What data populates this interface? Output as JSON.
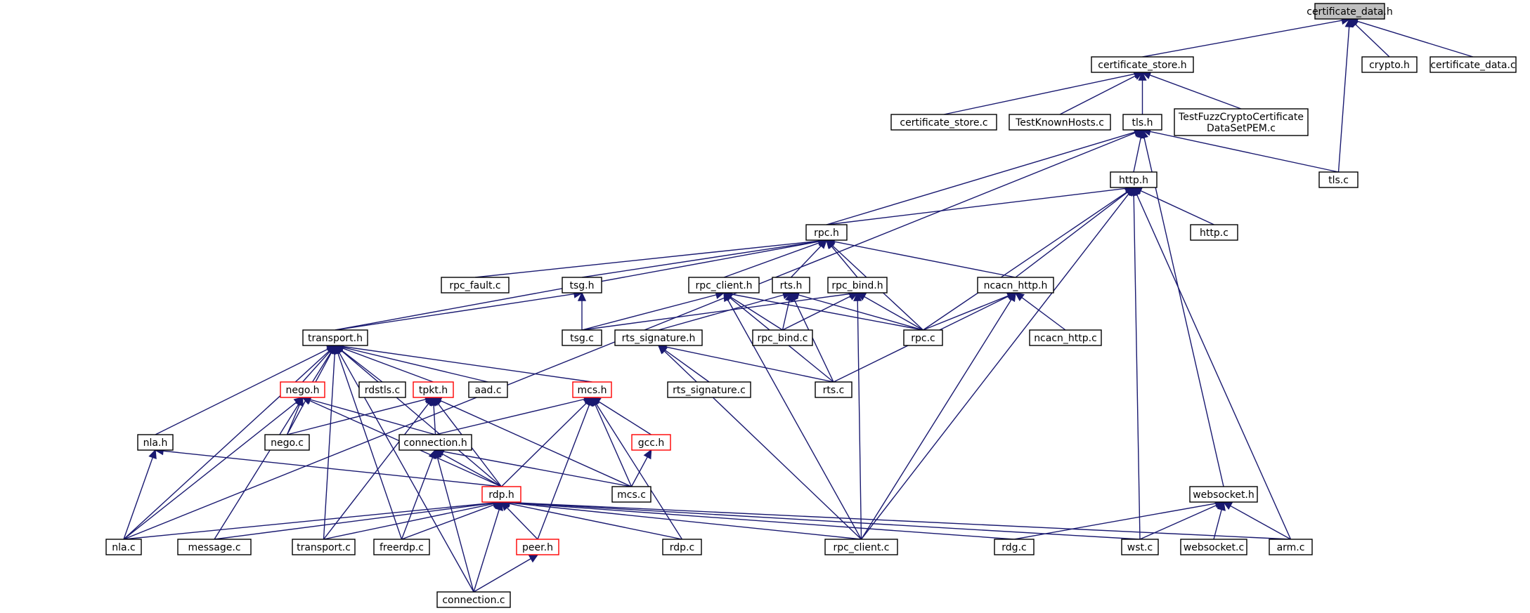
{
  "graph": {
    "edge_color": "#191970",
    "highlight_border_color": "#ff0000",
    "root_fill_color": "#bfbfbf",
    "nodes": [
      {
        "id": "certificate_data_h",
        "label": [
          "certificate_data.h"
        ],
        "root": true
      },
      {
        "id": "certificate_store_h",
        "label": [
          "certificate_store.h"
        ]
      },
      {
        "id": "crypto_h",
        "label": [
          "crypto.h"
        ]
      },
      {
        "id": "certificate_data_c",
        "label": [
          "certificate_data.c"
        ]
      },
      {
        "id": "certificate_store_c",
        "label": [
          "certificate_store.c"
        ]
      },
      {
        "id": "testknownhosts_c",
        "label": [
          "TestKnownHosts.c"
        ]
      },
      {
        "id": "tls_h",
        "label": [
          "tls.h"
        ]
      },
      {
        "id": "testfuzz_c",
        "label": [
          "TestFuzzCryptoCertificate",
          "DataSetPEM.c"
        ]
      },
      {
        "id": "tls_c",
        "label": [
          "tls.c"
        ]
      },
      {
        "id": "http_h",
        "label": [
          "http.h"
        ]
      },
      {
        "id": "http_c",
        "label": [
          "http.c"
        ]
      },
      {
        "id": "rpc_h",
        "label": [
          "rpc.h"
        ]
      },
      {
        "id": "rpc_fault_c",
        "label": [
          "rpc_fault.c"
        ]
      },
      {
        "id": "tsg_h",
        "label": [
          "tsg.h"
        ]
      },
      {
        "id": "rpc_client_h",
        "label": [
          "rpc_client.h"
        ]
      },
      {
        "id": "rts_h",
        "label": [
          "rts.h"
        ]
      },
      {
        "id": "rpc_bind_h",
        "label": [
          "rpc_bind.h"
        ]
      },
      {
        "id": "ncacn_http_h",
        "label": [
          "ncacn_http.h"
        ]
      },
      {
        "id": "transport_h",
        "label": [
          "transport.h"
        ]
      },
      {
        "id": "tsg_c",
        "label": [
          "tsg.c"
        ]
      },
      {
        "id": "rts_signature_h",
        "label": [
          "rts_signature.h"
        ]
      },
      {
        "id": "rpc_bind_c",
        "label": [
          "rpc_bind.c"
        ]
      },
      {
        "id": "rpc_c",
        "label": [
          "rpc.c"
        ]
      },
      {
        "id": "ncacn_http_c",
        "label": [
          "ncacn_http.c"
        ]
      },
      {
        "id": "nego_h",
        "label": [
          "nego.h"
        ],
        "red": true
      },
      {
        "id": "rdstls_c",
        "label": [
          "rdstls.c"
        ]
      },
      {
        "id": "tpkt_h",
        "label": [
          "tpkt.h"
        ],
        "red": true
      },
      {
        "id": "aad_c",
        "label": [
          "aad.c"
        ]
      },
      {
        "id": "mcs_h",
        "label": [
          "mcs.h"
        ],
        "red": true
      },
      {
        "id": "rts_signature_c",
        "label": [
          "rts_signature.c"
        ]
      },
      {
        "id": "rts_c",
        "label": [
          "rts.c"
        ]
      },
      {
        "id": "nla_h",
        "label": [
          "nla.h"
        ]
      },
      {
        "id": "nego_c",
        "label": [
          "nego.c"
        ]
      },
      {
        "id": "connection_h",
        "label": [
          "connection.h"
        ]
      },
      {
        "id": "gcc_h",
        "label": [
          "gcc.h"
        ],
        "red": true
      },
      {
        "id": "mcs_c",
        "label": [
          "mcs.c"
        ]
      },
      {
        "id": "websocket_h",
        "label": [
          "websocket.h"
        ]
      },
      {
        "id": "rdp_h",
        "label": [
          "rdp.h"
        ],
        "red": true
      },
      {
        "id": "nla_c",
        "label": [
          "nla.c"
        ]
      },
      {
        "id": "message_c",
        "label": [
          "message.c"
        ]
      },
      {
        "id": "transport_c",
        "label": [
          "transport.c"
        ]
      },
      {
        "id": "freerdp_c",
        "label": [
          "freerdp.c"
        ]
      },
      {
        "id": "peer_h",
        "label": [
          "peer.h"
        ],
        "red": true
      },
      {
        "id": "rdp_c",
        "label": [
          "rdp.c"
        ]
      },
      {
        "id": "rpc_client_c",
        "label": [
          "rpc_client.c"
        ]
      },
      {
        "id": "rdg_c",
        "label": [
          "rdg.c"
        ]
      },
      {
        "id": "wst_c",
        "label": [
          "wst.c"
        ]
      },
      {
        "id": "websocket_c",
        "label": [
          "websocket.c"
        ]
      },
      {
        "id": "arm_c",
        "label": [
          "arm.c"
        ]
      },
      {
        "id": "connection_c",
        "label": [
          "connection.c"
        ]
      }
    ],
    "edges": [
      [
        "certificate_store_h",
        "certificate_data_h"
      ],
      [
        "crypto_h",
        "certificate_data_h"
      ],
      [
        "certificate_data_c",
        "certificate_data_h"
      ],
      [
        "tls_c",
        "certificate_data_h"
      ],
      [
        "certificate_store_c",
        "certificate_store_h"
      ],
      [
        "testknownhosts_c",
        "certificate_store_h"
      ],
      [
        "tls_h",
        "certificate_store_h"
      ],
      [
        "testfuzz_c",
        "certificate_store_h"
      ],
      [
        "nla_c",
        "tls_h"
      ],
      [
        "rpc_h",
        "tls_h"
      ],
      [
        "http_h",
        "tls_h"
      ],
      [
        "tls_c",
        "tls_h"
      ],
      [
        "websocket_h",
        "tls_h"
      ],
      [
        "rpc_h",
        "http_h"
      ],
      [
        "http_c",
        "http_h"
      ],
      [
        "ncacn_http_h",
        "http_h"
      ],
      [
        "rpc_c",
        "http_h"
      ],
      [
        "rpc_client_c",
        "http_h"
      ],
      [
        "wst_c",
        "http_h"
      ],
      [
        "arm_c",
        "http_h"
      ],
      [
        "rpc_fault_c",
        "rpc_h"
      ],
      [
        "tsg_h",
        "rpc_h"
      ],
      [
        "rpc_client_h",
        "rpc_h"
      ],
      [
        "rts_h",
        "rpc_h"
      ],
      [
        "rpc_bind_h",
        "rpc_h"
      ],
      [
        "ncacn_http_h",
        "rpc_h"
      ],
      [
        "transport_h",
        "rpc_h"
      ],
      [
        "rpc_c",
        "rpc_h"
      ],
      [
        "transport_h",
        "tsg_h"
      ],
      [
        "tsg_c",
        "tsg_h"
      ],
      [
        "tsg_c",
        "rpc_client_h"
      ],
      [
        "rpc_bind_c",
        "rpc_client_h"
      ],
      [
        "rpc_c",
        "rpc_client_h"
      ],
      [
        "rts_c",
        "rpc_client_h"
      ],
      [
        "rpc_client_c",
        "rpc_client_h"
      ],
      [
        "rts_signature_h",
        "rts_h"
      ],
      [
        "rpc_bind_c",
        "rts_h"
      ],
      [
        "rpc_c",
        "rts_h"
      ],
      [
        "rts_c",
        "rts_h"
      ],
      [
        "tsg_c",
        "rpc_bind_h"
      ],
      [
        "rpc_bind_c",
        "rpc_bind_h"
      ],
      [
        "rpc_c",
        "rpc_bind_h"
      ],
      [
        "rpc_client_c",
        "rpc_bind_h"
      ],
      [
        "rpc_c",
        "ncacn_http_h"
      ],
      [
        "ncacn_http_c",
        "ncacn_http_h"
      ],
      [
        "rts_c",
        "ncacn_http_h"
      ],
      [
        "rpc_client_c",
        "ncacn_http_h"
      ],
      [
        "rts_signature_c",
        "rts_signature_h"
      ],
      [
        "rts_c",
        "rts_signature_h"
      ],
      [
        "rpc_client_c",
        "rts_signature_h"
      ],
      [
        "nego_h",
        "transport_h"
      ],
      [
        "rdstls_c",
        "transport_h"
      ],
      [
        "tpkt_h",
        "transport_h"
      ],
      [
        "aad_c",
        "transport_h"
      ],
      [
        "mcs_h",
        "transport_h"
      ],
      [
        "nla_h",
        "transport_h"
      ],
      [
        "nla_c",
        "transport_h"
      ],
      [
        "nego_c",
        "transport_h"
      ],
      [
        "rdp_h",
        "transport_h"
      ],
      [
        "message_c",
        "transport_h"
      ],
      [
        "transport_c",
        "transport_h"
      ],
      [
        "freerdp_c",
        "transport_h"
      ],
      [
        "connection_c",
        "transport_h"
      ],
      [
        "nego_c",
        "nego_h"
      ],
      [
        "connection_h",
        "nego_h"
      ],
      [
        "rdp_h",
        "nego_h"
      ],
      [
        "nla_c",
        "nego_h"
      ],
      [
        "nego_c",
        "tpkt_h"
      ],
      [
        "connection_h",
        "tpkt_h"
      ],
      [
        "rdp_h",
        "tpkt_h"
      ],
      [
        "mcs_c",
        "tpkt_h"
      ],
      [
        "transport_c",
        "tpkt_h"
      ],
      [
        "connection_h",
        "mcs_h"
      ],
      [
        "gcc_h",
        "mcs_h"
      ],
      [
        "rdp_h",
        "mcs_h"
      ],
      [
        "mcs_c",
        "mcs_h"
      ],
      [
        "peer_h",
        "mcs_h"
      ],
      [
        "rdp_c",
        "mcs_h"
      ],
      [
        "mcs_c",
        "gcc_h"
      ],
      [
        "nla_c",
        "nla_h"
      ],
      [
        "rdp_h",
        "nla_h"
      ],
      [
        "rdp_h",
        "connection_h"
      ],
      [
        "mcs_c",
        "connection_h"
      ],
      [
        "freerdp_c",
        "connection_h"
      ],
      [
        "connection_c",
        "connection_h"
      ],
      [
        "nla_c",
        "rdp_h"
      ],
      [
        "message_c",
        "rdp_h"
      ],
      [
        "transport_c",
        "rdp_h"
      ],
      [
        "freerdp_c",
        "rdp_h"
      ],
      [
        "peer_h",
        "rdp_h"
      ],
      [
        "rdp_c",
        "rdp_h"
      ],
      [
        "rpc_client_c",
        "rdp_h"
      ],
      [
        "rdg_c",
        "rdp_h"
      ],
      [
        "wst_c",
        "rdp_h"
      ],
      [
        "arm_c",
        "rdp_h"
      ],
      [
        "connection_c",
        "rdp_h"
      ],
      [
        "connection_c",
        "peer_h"
      ],
      [
        "rdg_c",
        "websocket_h"
      ],
      [
        "wst_c",
        "websocket_h"
      ],
      [
        "websocket_c",
        "websocket_h"
      ],
      [
        "arm_c",
        "websocket_h"
      ]
    ]
  }
}
